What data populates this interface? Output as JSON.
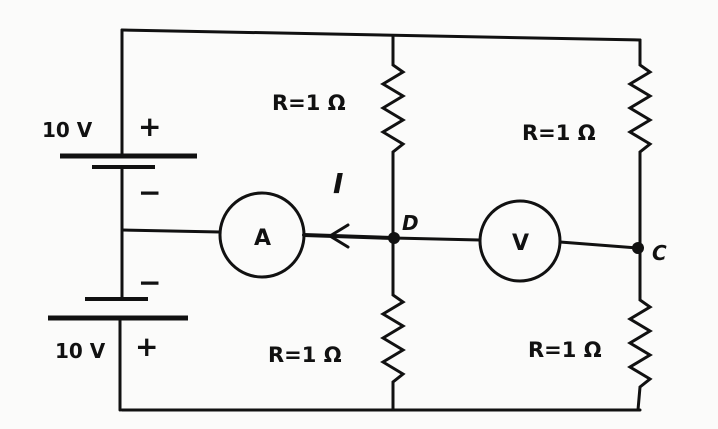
{
  "batteries": [
    {
      "label": "10 V",
      "plus": "+",
      "minus": "−"
    },
    {
      "label": "10 V",
      "plus": "+",
      "minus": "−"
    }
  ],
  "resistors": [
    {
      "label": "R=1 Ω"
    },
    {
      "label": "R=1 Ω"
    },
    {
      "label": "R=1 Ω"
    },
    {
      "label": "R=1 Ω"
    }
  ],
  "ammeter": {
    "label": "A"
  },
  "voltmeter": {
    "label": "V"
  },
  "current": {
    "label": "I"
  },
  "nodes": {
    "d": "D",
    "c": "C"
  },
  "colors": {
    "ink": "#111111",
    "background": "#fbfbfa"
  }
}
